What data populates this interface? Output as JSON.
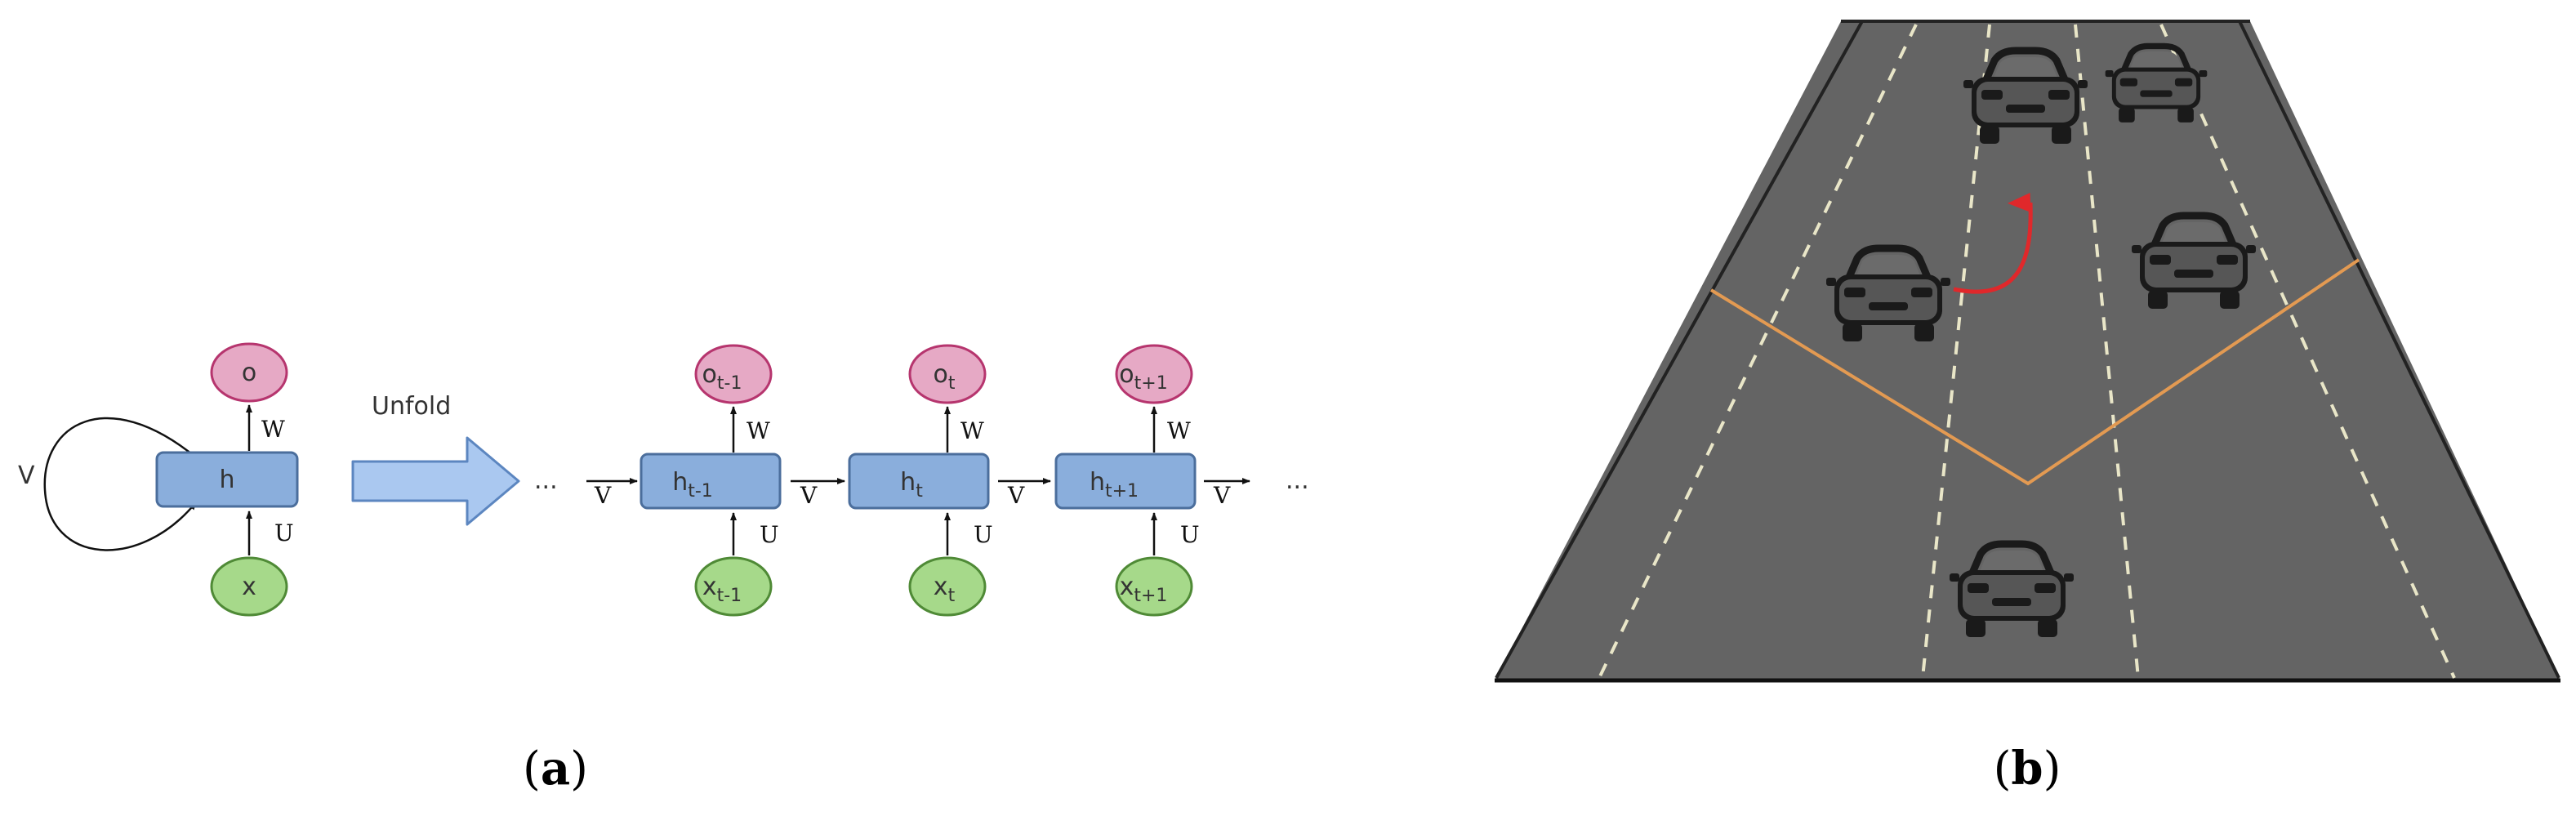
{
  "panel_a": {
    "folded": {
      "h": "h",
      "o": "o",
      "x": "x",
      "w": "W",
      "u": "U",
      "v": "V"
    },
    "unfold_label": "Unfold",
    "ellipsis_left": "...",
    "ellipsis_right": "...",
    "v": "V",
    "w": "W",
    "u": "U",
    "steps": [
      {
        "h": "h",
        "h_sub": "t-1",
        "o": "o",
        "o_sub": "t-1",
        "x": "x",
        "x_sub": "t-1"
      },
      {
        "h": "h",
        "h_sub": "t",
        "o": "o",
        "o_sub": "t",
        "x": "x",
        "x_sub": "t"
      },
      {
        "h": "h",
        "h_sub": "t+1",
        "o": "o",
        "o_sub": "t+1",
        "x": "x",
        "x_sub": "t+1"
      }
    ],
    "caption_open": "(",
    "caption_letter": "a",
    "caption_close": ")"
  },
  "panel_b": {
    "caption_open": "(",
    "caption_letter": "b",
    "caption_close": ")",
    "colors": {
      "road": "#646464",
      "lane_marking": "#e9e6c8",
      "car": "#1a1a1a",
      "trajectory": "#e0282b",
      "field_of_view": "#e39a52"
    }
  }
}
